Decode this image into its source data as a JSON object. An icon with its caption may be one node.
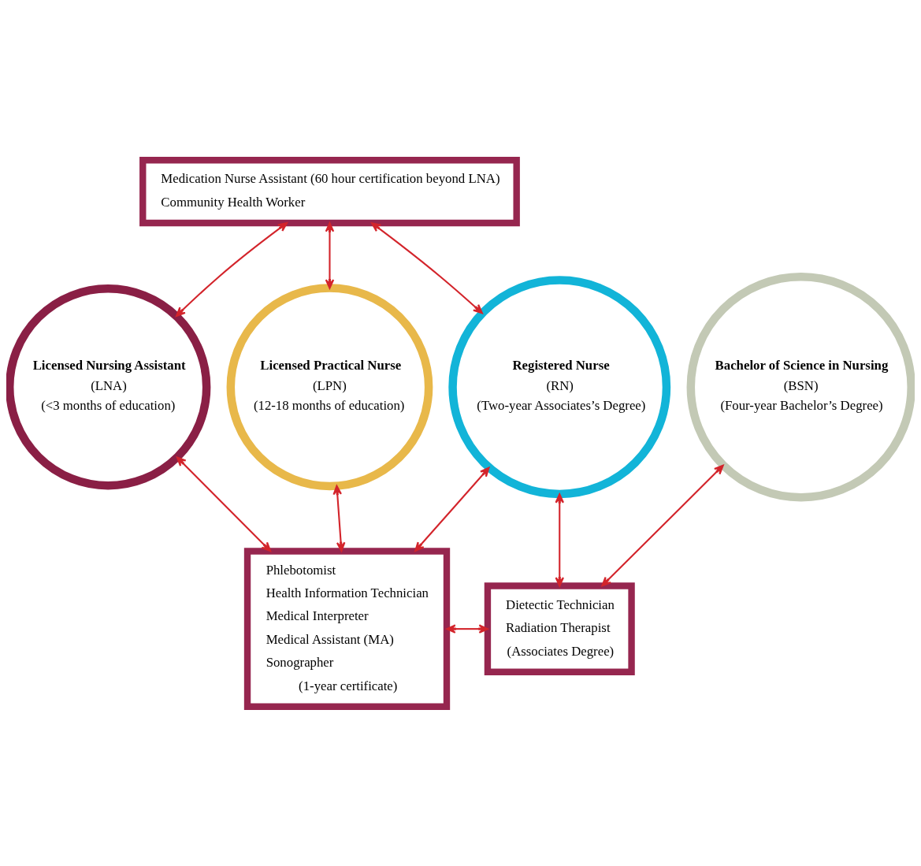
{
  "diagram": {
    "nodes": [
      {
        "text": [
          "Medication Nurse Assistant (60 hour certification beyond LNA)",
          "Community Health Worker"
        ]
      },
      {
        "text": [
          "Licensed Nursing Assistant",
          "(LNA)",
          "(<3 months of education)"
        ]
      },
      {
        "text": [
          "Licensed Practical Nurse",
          "(LPN)",
          "(12-18 months of education)"
        ]
      },
      {
        "text": [
          "Registered Nurse",
          "(RN)",
          "(Two-year Associates’s Degree)"
        ]
      },
      {
        "text": [
          "Bachelor of Science in Nursing",
          "(BSN)",
          "(Four-year Bachelor’s Degree)"
        ]
      },
      {
        "text": [
          "Phlebotomist",
          "Health Information Technician",
          "Medical Interpreter",
          "Medical Assistant (MA)",
          "Sonographer",
          "(1-year certificate)"
        ]
      },
      {
        "text": [
          "Dietectic Technician",
          "Radiation Therapist",
          "(Associates Degree)"
        ]
      }
    ],
    "edges": [
      {
        "from": 0,
        "to": 1,
        "arrow": "both"
      },
      {
        "from": 0,
        "to": 2,
        "arrow": "both"
      },
      {
        "from": 0,
        "to": 3,
        "arrow": "both"
      },
      {
        "from": 1,
        "to": 5,
        "arrow": "both"
      },
      {
        "from": 2,
        "to": 5,
        "arrow": "both"
      },
      {
        "from": 3,
        "to": 5,
        "arrow": "both"
      },
      {
        "from": 3,
        "to": 6,
        "arrow": "both"
      },
      {
        "from": 4,
        "to": 6,
        "arrow": "both"
      },
      {
        "from": 5,
        "to": 6,
        "arrow": "both"
      }
    ]
  }
}
